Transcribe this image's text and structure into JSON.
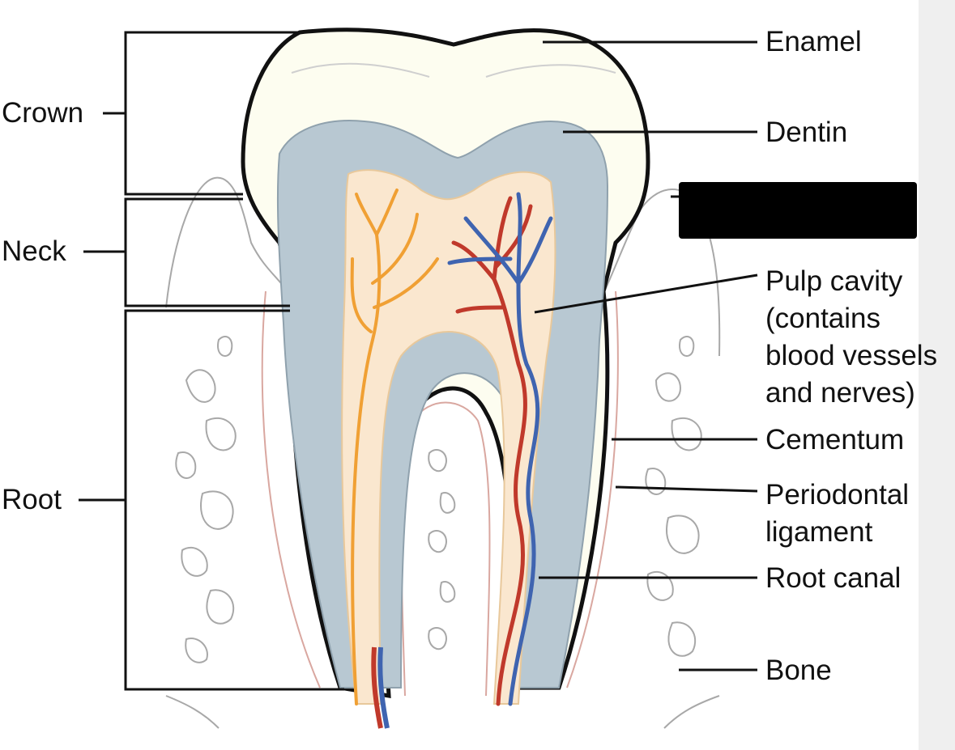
{
  "colors": {
    "enamel": "#fdfdf0",
    "dentin": "#b8c8d2",
    "pulp": "#fae7cf",
    "bone_line": "#9a9a9a",
    "nerve": "#f0a034",
    "artery": "#c0392b",
    "vein": "#3f64b0",
    "ligament": "#d9a7a0",
    "outline": "#111111",
    "redaction": "#000000"
  },
  "labels": {
    "crown": "Crown",
    "neck": "Neck",
    "root": "Root",
    "enamel": "Enamel",
    "dentin": "Dentin",
    "gum": "",
    "pulp_cavity": "Pulp cavity\n(contains\nblood vessels\nand nerves)",
    "cementum": "Cementum",
    "periodontal_ligament": "Periodontal\nligament",
    "root_canal": "Root canal",
    "bone": "Bone"
  }
}
